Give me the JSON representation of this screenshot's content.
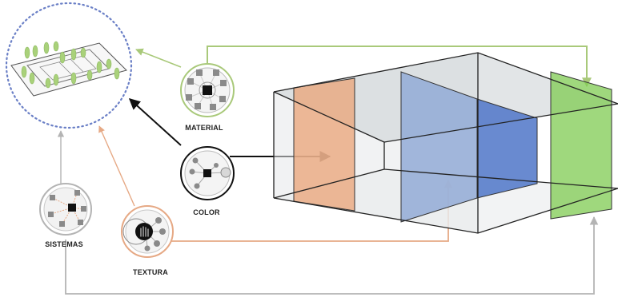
{
  "labels": {
    "material": "MATERIAL",
    "color": "COLOR",
    "sistemas": "SISTEMAS",
    "textura": "TEXTURA"
  },
  "colors": {
    "material": "#a9c97a",
    "textura": "#e6a985",
    "sistemas": "#b4b4b4",
    "plan_border": "#6a7fc6",
    "plane_orange": "#eba67b",
    "plane_light_blue": "#8fa8d6",
    "plane_blue": "#4f75c8",
    "plane_green": "#7fcb52",
    "plane_grey": "#c4c8cc"
  }
}
